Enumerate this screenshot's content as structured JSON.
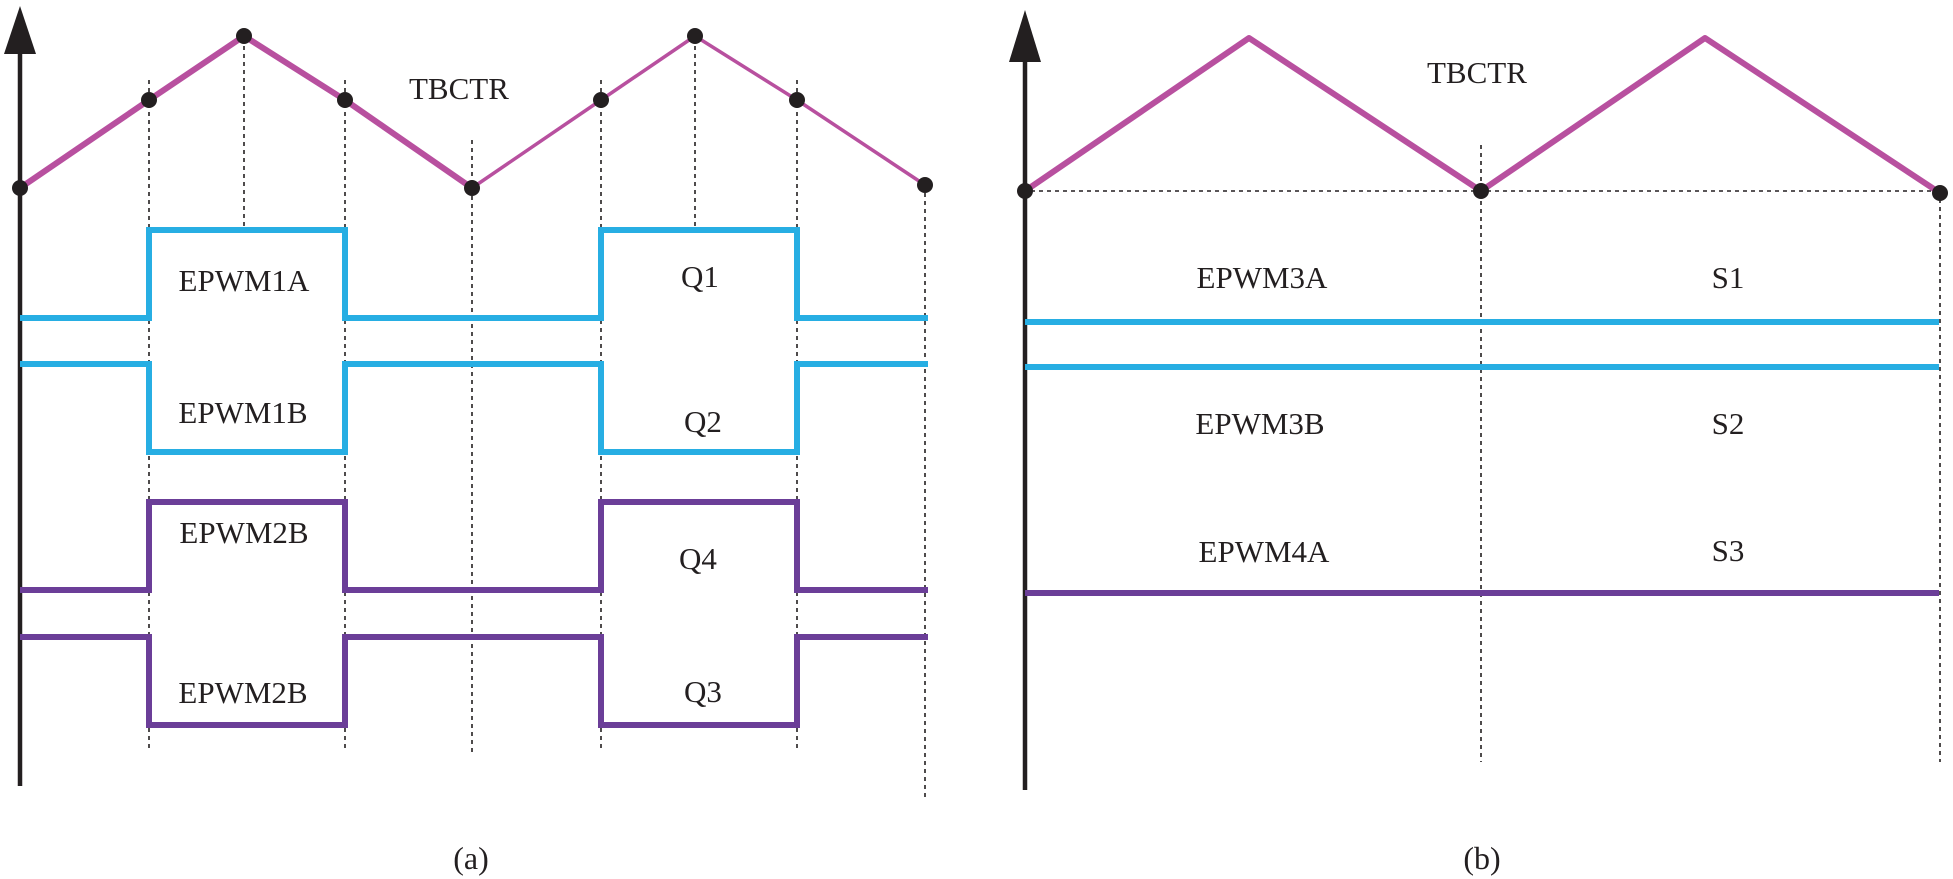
{
  "panel_a": {
    "counter_label": "TBCTR",
    "labels": {
      "epwm1a": "EPWM1A",
      "epwm1b": "EPWM1B",
      "epwm2b_top": "EPWM2B",
      "epwm2b_bottom": "EPWM2B",
      "q1": "Q1",
      "q2": "Q2",
      "q4": "Q4",
      "q3": "Q3"
    },
    "caption": "(a)"
  },
  "panel_b": {
    "counter_label": "TBCTR",
    "labels": {
      "epwm3a": "EPWM3A",
      "epwm3b": "EPWM3B",
      "epwm4a": "EPWM4A",
      "s1": "S1",
      "s2": "S2",
      "s3": "S3"
    },
    "caption": "(b)"
  },
  "colors": {
    "counter": "#b8509f",
    "signal_q12": "#27aee3",
    "signal_q34": "#6b3e98",
    "axis": "#231f20"
  }
}
